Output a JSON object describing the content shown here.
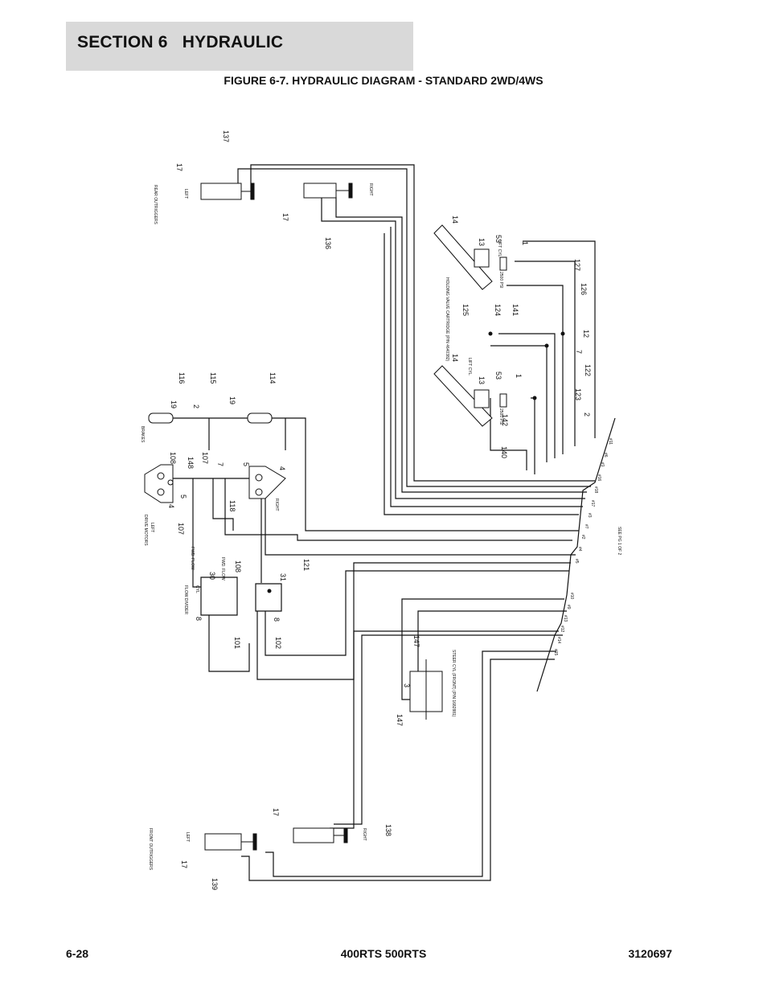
{
  "header": {
    "section": "SECTION 6   HYDRAULIC"
  },
  "figure": {
    "title": "FIGURE 6-7. HYDRAULIC DIAGRAM - STANDARD 2WD/4WS",
    "texts": {
      "rear_outriggers": "REAR OUTRIGGERS",
      "left": "LEFT",
      "right": "RIGHT",
      "brakes": "BRAKES",
      "drive_motors": "DRIVE MOTORS",
      "flow_divider": "FLOW DIVIDER",
      "fwd_flow": "FWD. FLOW",
      "cyl": "CYL",
      "lift_cyl": "LIFT CYL.",
      "holding_valve": "HOLDING VALVE CARTRIDGE (P/N 4640382)",
      "psi": "2500 PSI",
      "steer_cyl": "STEER CYL (FRONT) (P/N 1682881)",
      "see_pg": "SEE PG 1 OF 2",
      "front_outriggers": "FRONT OUTRIGGERS"
    },
    "callouts": [
      "137",
      "17",
      "17",
      "136",
      "14",
      "13",
      "53",
      "1",
      "127",
      "126",
      "125",
      "124",
      "141",
      "12",
      "7",
      "122",
      "123",
      "2",
      "14",
      "13",
      "53",
      "1",
      "142",
      "140",
      "116",
      "115",
      "114",
      "19",
      "2",
      "19",
      "108",
      "148",
      "107",
      "7",
      "5",
      "4",
      "4",
      "5",
      "118",
      "107",
      "108",
      "30",
      "31",
      "121",
      "8",
      "8",
      "101",
      "102",
      "147",
      "3",
      "147",
      "17",
      "138",
      "17",
      "139"
    ],
    "port_marks": [
      "#11",
      "#6",
      "#1",
      "#16",
      "#18",
      "#17",
      "#3",
      "#7",
      "#2",
      "#4",
      "#5",
      "#10",
      "#9",
      "#13",
      "#12",
      "#14",
      "#15"
    ]
  },
  "footer": {
    "page": "6-28",
    "model": "400RTS 500RTS",
    "doc": "3120697"
  }
}
